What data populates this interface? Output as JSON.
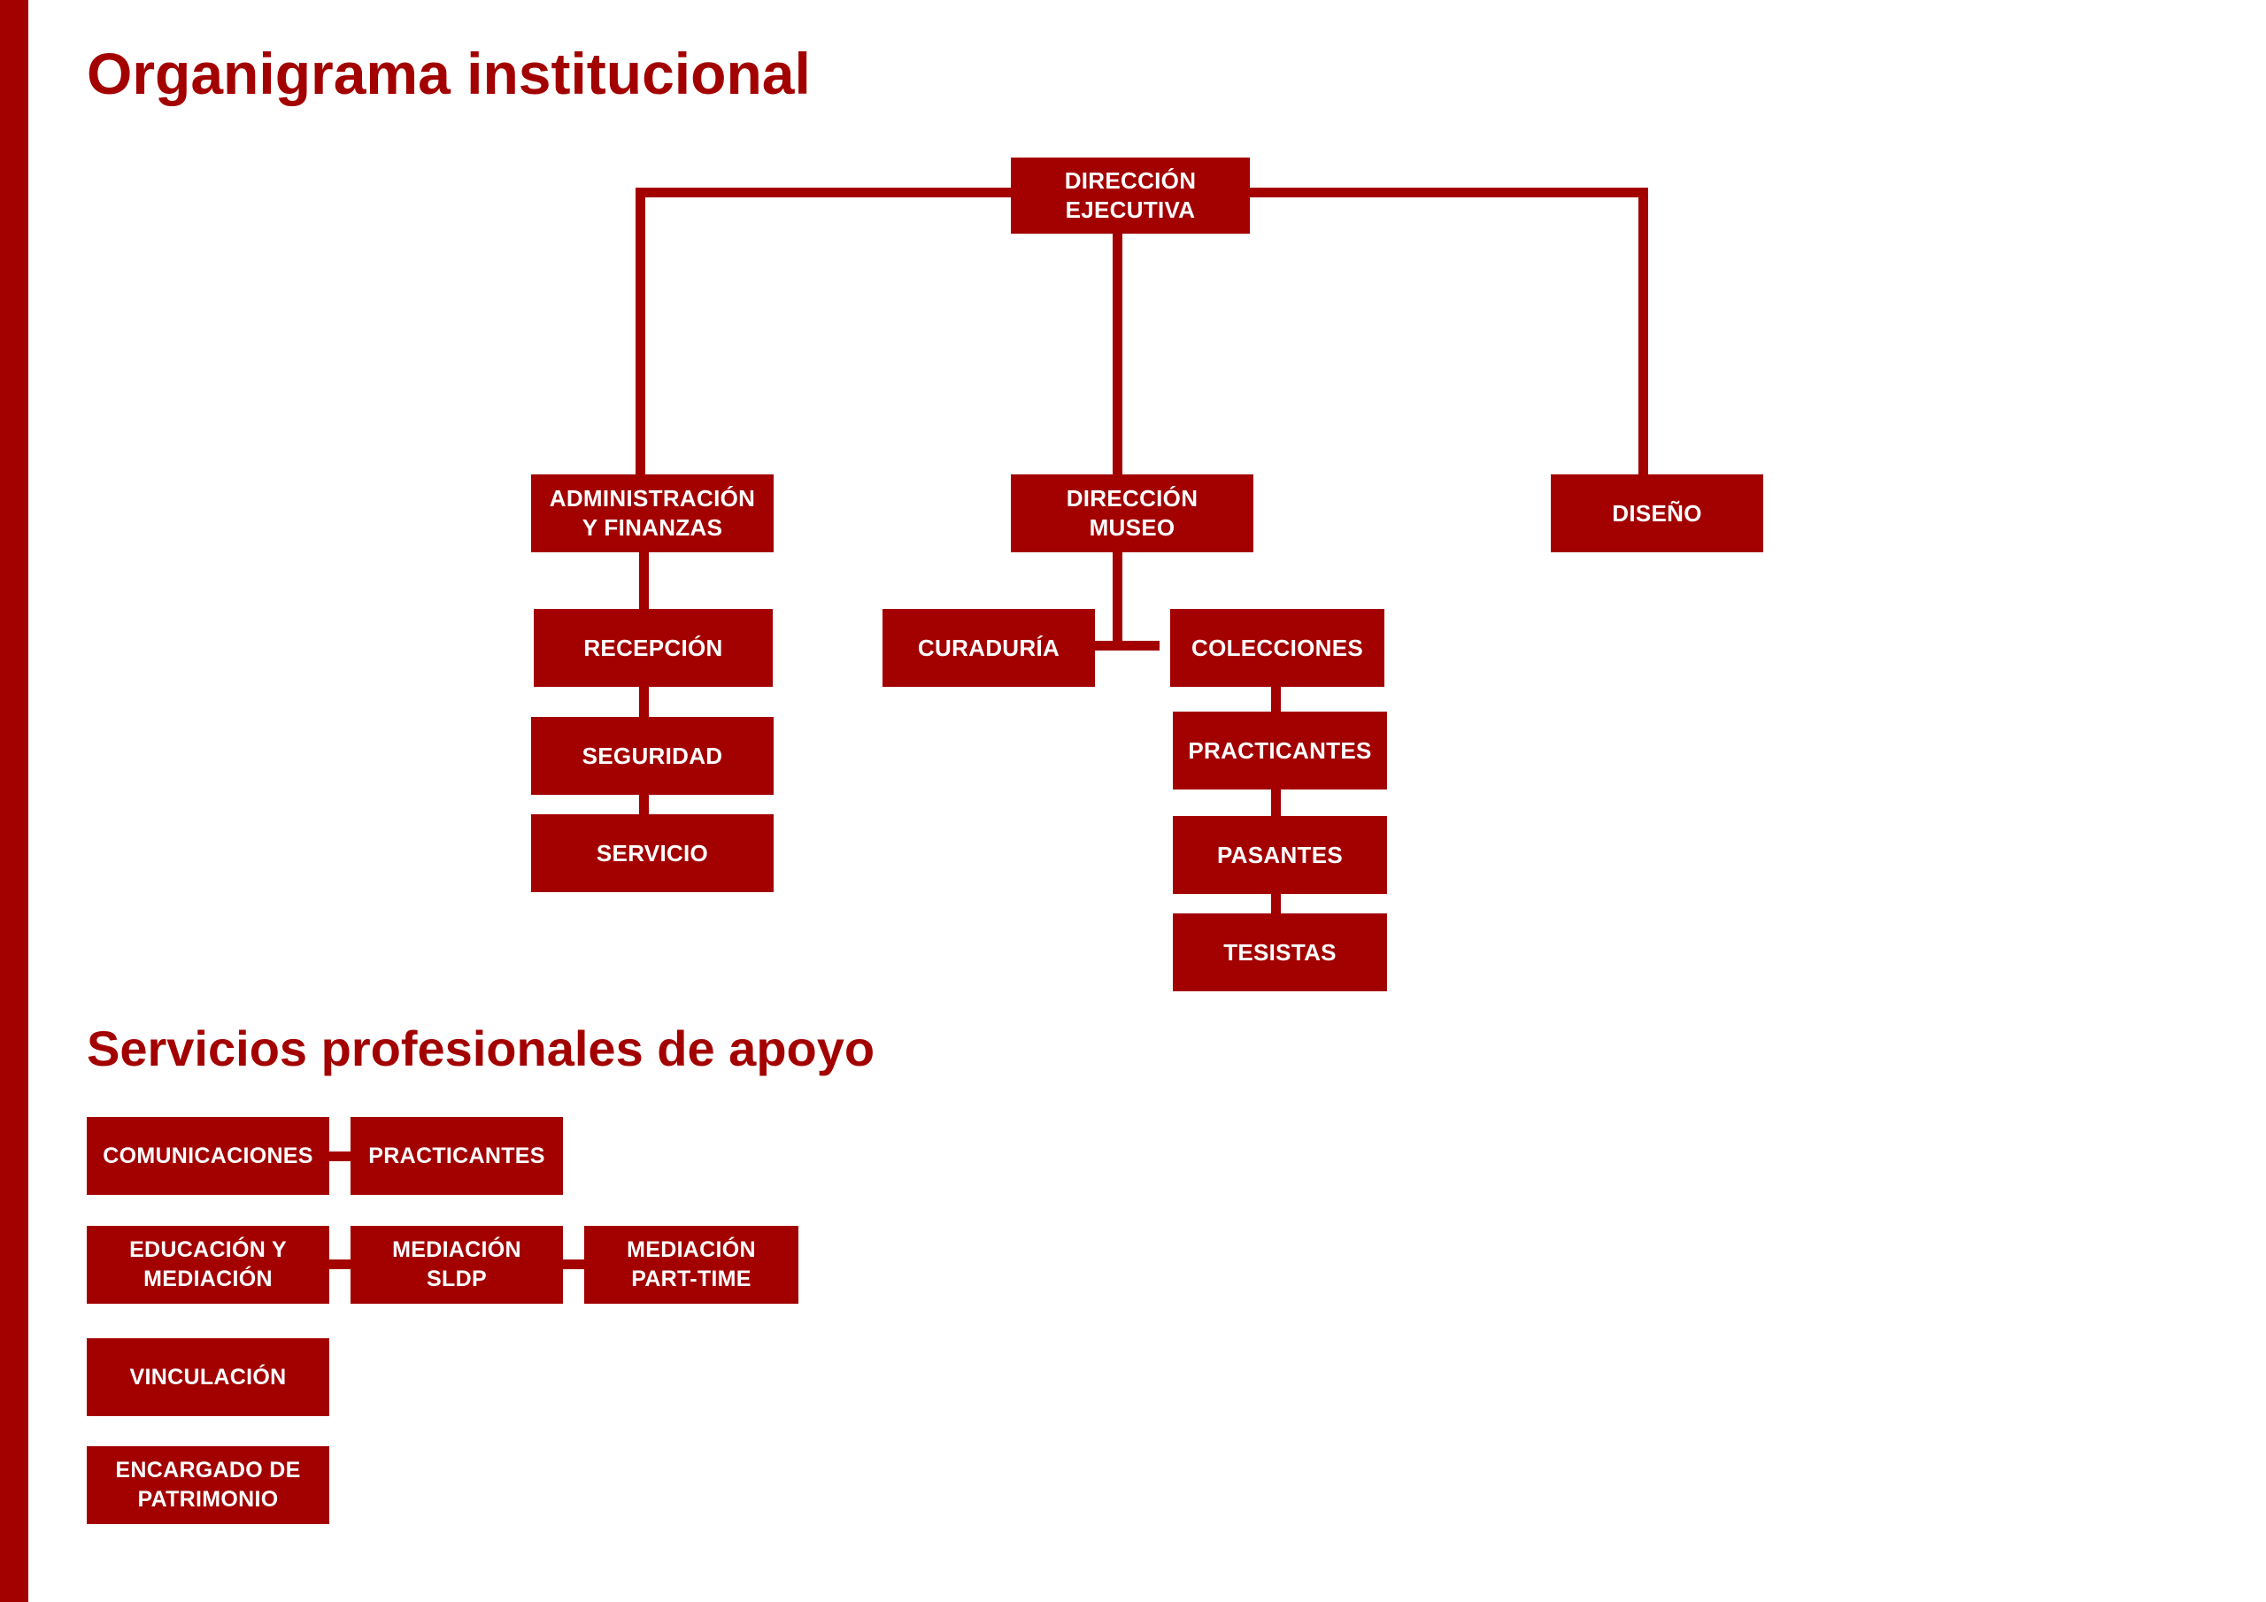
{
  "org_chart": {
    "title": "Organigrama institucional",
    "root": "DIRECCIÓN\nEJECUTIVA",
    "units": {
      "admin": "ADMINISTRACIÓN\nY FINANZAS",
      "museum": "DIRECCIÓN\nMUSEO",
      "design": "DISEÑO"
    },
    "admin_children": [
      "RECEPCIÓN",
      "SEGURIDAD",
      "SERVICIO"
    ],
    "museum_children": {
      "curaduria": "CURADURÍA",
      "colecciones": "COLECCIONES"
    },
    "colecciones_children": [
      "PRACTICANTES",
      "PASANTES",
      "TESISTAS"
    ]
  },
  "support_services": {
    "title": "Servicios profesionales de apoyo",
    "rows": [
      [
        "COMUNICACIONES",
        "PRACTICANTES"
      ],
      [
        "EDUCACIÓN Y\nMEDIACIÓN",
        "MEDIACIÓN\nSLDP",
        "MEDIACIÓN\nPART-TIME"
      ],
      [
        "VINCULACIÓN"
      ],
      [
        "ENCARGADO DE\nPATRIMONIO"
      ]
    ]
  },
  "colors": {
    "accent": "#a30000",
    "node_text": "#ffffff",
    "background": "#ffffff"
  }
}
